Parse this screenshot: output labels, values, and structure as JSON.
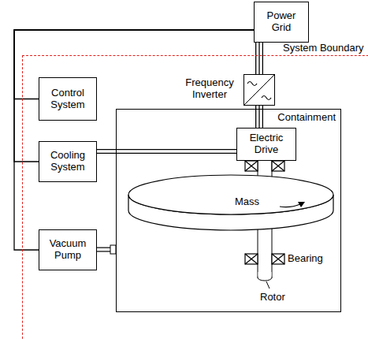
{
  "diagram": {
    "nodes": [
      {
        "text": [
          "Power Grid"
        ]
      },
      {
        "text": [
          "System Boundary"
        ]
      },
      {
        "text": [
          "Control System"
        ],
        "in": 1
      },
      {
        "text": [
          "Frequency Inverter"
        ],
        "in": 1
      },
      {
        "text": [
          "Cooling System"
        ],
        "in": 1
      },
      {
        "text": [
          "Containment"
        ],
        "in": 1
      },
      {
        "text": [
          "Electric Drive"
        ],
        "in": 5
      },
      {
        "text": [
          "Mass"
        ],
        "in": 5
      },
      {
        "text": [
          "Vacuum Pump"
        ],
        "in": 1
      }
    ],
    "edges": [
      {
        "from": 0,
        "to": 2,
        "arrow": "none"
      },
      {
        "from": 0,
        "to": 4,
        "arrow": "none"
      },
      {
        "from": 0,
        "to": 8,
        "arrow": "none"
      },
      {
        "from": 0,
        "to": 3,
        "arrow": "none"
      },
      {
        "from": 3,
        "to": 6,
        "arrow": "none"
      },
      {
        "from": 4,
        "to": 6,
        "arrow": "none"
      },
      {
        "from": 8,
        "to": 5,
        "arrow": "none"
      }
    ],
    "labels": [
      "Bearing",
      "Rotor"
    ]
  }
}
